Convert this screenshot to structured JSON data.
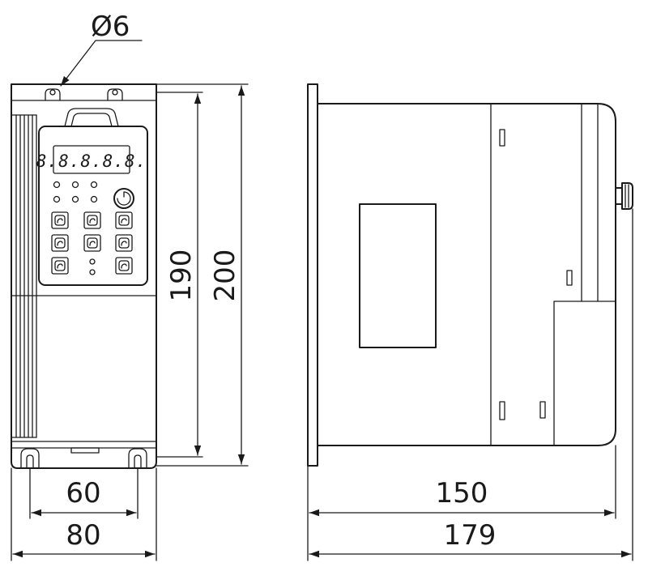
{
  "dimensions": {
    "hole_diameter": "Ø6",
    "front_height_inner": "190",
    "front_height_outer": "200",
    "front_width_inner": "60",
    "front_width_outer": "80",
    "side_depth_inner": "150",
    "side_depth_outer": "179"
  },
  "keypad": {
    "display": "8.8.8.8.8."
  }
}
